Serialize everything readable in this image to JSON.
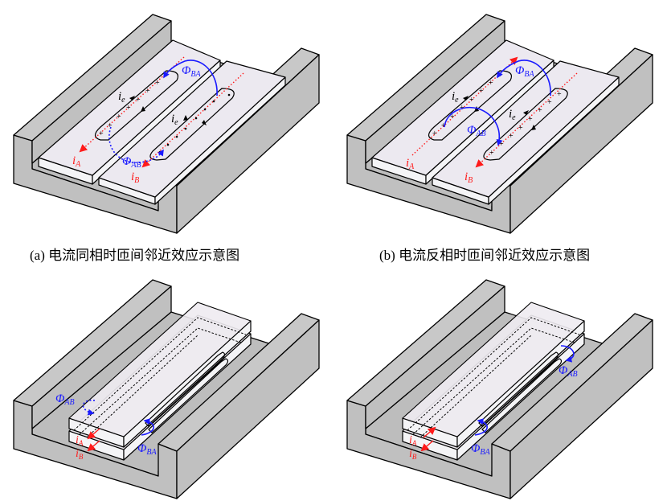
{
  "figure": {
    "panels": [
      {
        "id": "a",
        "caption": "(a) 电流同相时匝间邻近效应示意图",
        "current_A_label": "i",
        "current_A_sub": "A",
        "current_B_label": "i",
        "current_B_sub": "B",
        "eddy_label": "i",
        "eddy_sub": "e",
        "flux_BA_label": "Φ",
        "flux_BA_sub": "BA",
        "flux_AB_label": "Φ",
        "flux_AB_sub": "AB",
        "arrangement": "side-by-side",
        "current_relation": "in-phase"
      },
      {
        "id": "b",
        "caption": "(b) 电流反相时匝间邻近效应示意图",
        "current_A_label": "i",
        "current_A_sub": "A",
        "current_B_label": "i",
        "current_B_sub": "B",
        "eddy_label": "i",
        "eddy_sub": "e",
        "flux_BA_label": "Φ",
        "flux_BA_sub": "BA",
        "flux_AB_label": "Φ",
        "flux_AB_sub": "AB",
        "arrangement": "side-by-side",
        "current_relation": "anti-phase"
      },
      {
        "id": "c",
        "caption": "",
        "current_A_label": "i",
        "current_A_sub": "A",
        "current_B_label": "i",
        "current_B_sub": "B",
        "flux_BA_label": "Φ",
        "flux_BA_sub": "BA",
        "flux_AB_label": "Φ",
        "flux_AB_sub": "AB",
        "arrangement": "stacked",
        "current_relation": "in-phase"
      },
      {
        "id": "d",
        "caption": "",
        "current_A_label": "i",
        "current_A_sub": "A",
        "current_B_label": "i",
        "current_B_sub": "B",
        "flux_BA_label": "Φ",
        "flux_BA_sub": "BA",
        "flux_AB_label": "Φ",
        "flux_AB_sub": "AB",
        "arrangement": "stacked",
        "current_relation": "anti-phase"
      }
    ],
    "colors": {
      "current": "#ff1a1a",
      "flux": "#1a1aff",
      "eddy": "#000000",
      "core": "#c0c0c0",
      "conductor": "#ece9f0"
    }
  }
}
